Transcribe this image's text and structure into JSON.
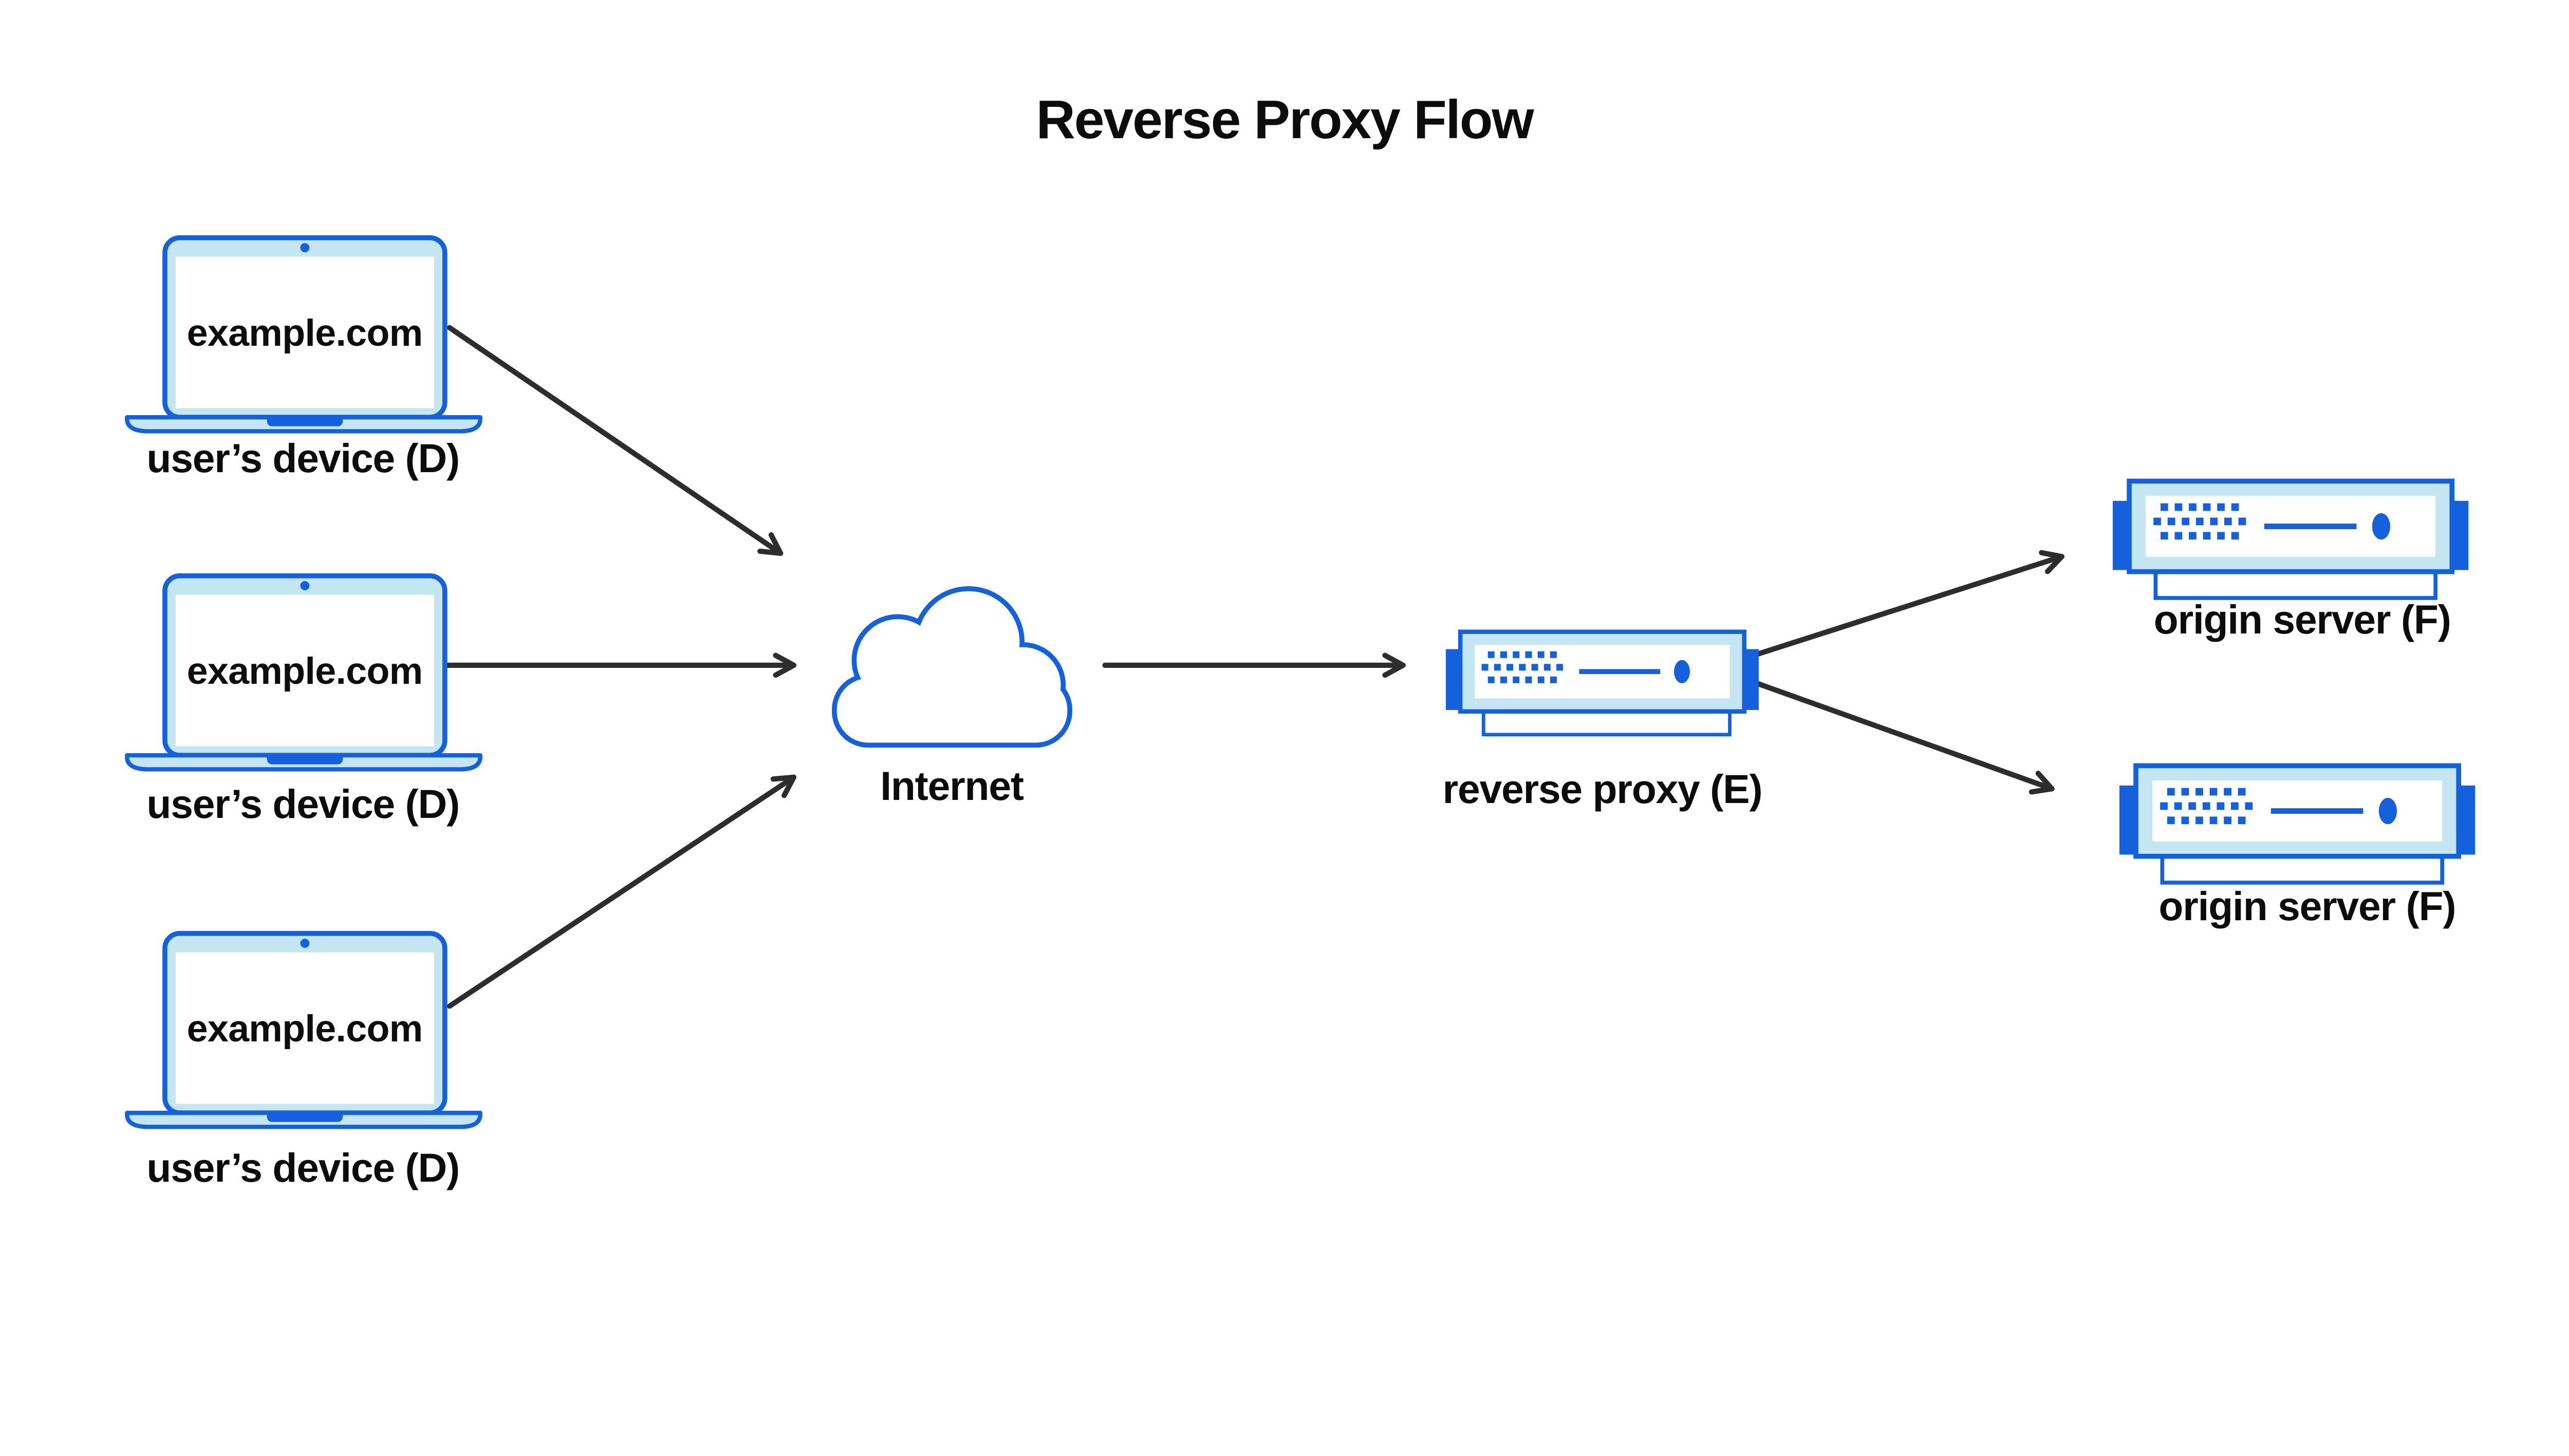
{
  "title": "Reverse Proxy Flow",
  "colors": {
    "accent_blue": "#1560DD",
    "light_blue": "#C4E6F2",
    "arrow": "#2D2D2D",
    "text": "#0C0C0C",
    "background": "#FFFFFF"
  },
  "nodes": {
    "user_devices": [
      {
        "id": "user-device-1",
        "icon": "laptop-icon",
        "screen_text": "example.com",
        "label": "user’s device (D)"
      },
      {
        "id": "user-device-2",
        "icon": "laptop-icon",
        "screen_text": "example.com",
        "label": "user’s device (D)"
      },
      {
        "id": "user-device-3",
        "icon": "laptop-icon",
        "screen_text": "example.com",
        "label": "user’s device (D)"
      }
    ],
    "internet": {
      "id": "internet",
      "icon": "cloud-icon",
      "label": "Internet"
    },
    "reverse_proxy": {
      "id": "reverse-proxy",
      "icon": "server-icon",
      "label": "reverse proxy (E)"
    },
    "origin_servers": [
      {
        "id": "origin-server-1",
        "icon": "server-icon",
        "label": "origin server (F)"
      },
      {
        "id": "origin-server-2",
        "icon": "server-icon",
        "label": "origin server (F)"
      }
    ]
  },
  "edges": [
    {
      "from": "user-device-1",
      "to": "internet"
    },
    {
      "from": "user-device-2",
      "to": "internet"
    },
    {
      "from": "user-device-3",
      "to": "internet"
    },
    {
      "from": "internet",
      "to": "reverse-proxy"
    },
    {
      "from": "reverse-proxy",
      "to": "origin-server-1"
    },
    {
      "from": "reverse-proxy",
      "to": "origin-server-2"
    }
  ]
}
